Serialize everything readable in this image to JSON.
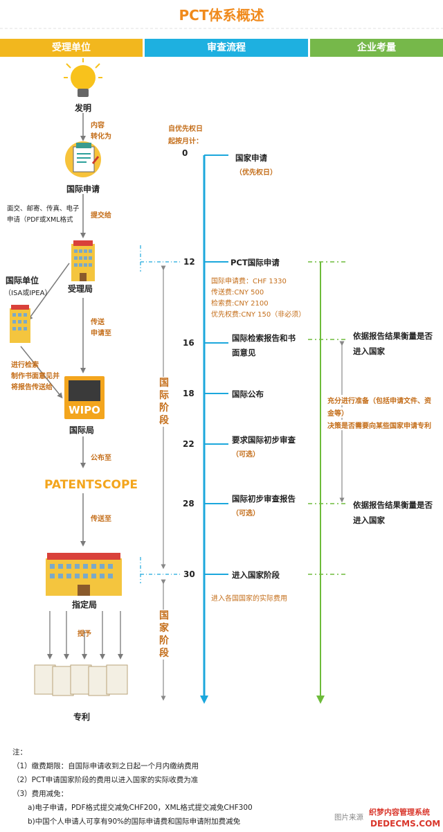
{
  "title": "PCT体系概述",
  "headers": {
    "left": "受理单位",
    "middle": "审查流程",
    "right": "企业考量"
  },
  "colors": {
    "orange": "#f08a1c",
    "left_header": "#f2b71e",
    "middle_header": "#1eb0e0",
    "right_header": "#76b84a",
    "blue_line": "#1ba7dc",
    "green_line": "#6dbb3a"
  },
  "left": {
    "invention": "发明",
    "content_note": [
      "内容",
      "转化为"
    ],
    "intl_application": "国际申请",
    "submit_methods": [
      "面交、邮寄、传真、电子",
      "申请（PDF或XML格式"
    ],
    "submit_to": "提交给",
    "receiving_office": "受理局",
    "intl_unit": "国际单位",
    "intl_unit_sub": "（ISA或IPEA）",
    "search_note": [
      "进行检索",
      "制作书面意见并",
      "将报告传送给"
    ],
    "transmit_note": [
      "传送",
      "申请至"
    ],
    "wipo_logo": "WIPO",
    "intl_bureau": "国际局",
    "publish_to": "公布至",
    "patentscope": "PATENTSCOPE",
    "transmit_to": "传送至",
    "designated_office": "指定局",
    "grant": "授予",
    "patent": "专利"
  },
  "middle": {
    "priority_note": [
      "自优先权日",
      "起按月计："
    ],
    "phase_intl": "国际阶段",
    "phase_national": "国家阶段",
    "steps": [
      {
        "month": "0",
        "label": [
          "国家申请"
        ],
        "sub": [
          "（优先权日）"
        ]
      },
      {
        "month": "12",
        "label": [
          "PCT国际申请"
        ],
        "sub": []
      },
      {
        "month": "16",
        "label": [
          "国际检索报告和书",
          "面意见"
        ],
        "sub": []
      },
      {
        "month": "18",
        "label": [
          "国际公布"
        ],
        "sub": []
      },
      {
        "month": "22",
        "label": [
          "要求国际初步审查"
        ],
        "sub": [
          "（可选）"
        ]
      },
      {
        "month": "28",
        "label": [
          "国际初步审查报告"
        ],
        "sub": [
          "（可选）"
        ]
      },
      {
        "month": "30",
        "label": [
          "进入国家阶段"
        ],
        "sub": []
      }
    ],
    "fees": [
      "国际申请费：CHF 1330",
      "传送费:CNY 500",
      "检索费:CNY 2100",
      "优先权费:CNY 150（非必须）"
    ],
    "national_fee_note": "进入各国国家的实际费用"
  },
  "right": {
    "consider1": [
      "依据报告结果衡量是否",
      "进入国家"
    ],
    "prepare": [
      "充分进行准备（包括申请文件、资",
      "金等）",
      "决策是否需要向某些国家申请专利"
    ],
    "consider2": [
      "依据报告结果衡量是否",
      "进入国家"
    ]
  },
  "notes": {
    "head": "注：",
    "items": [
      "（1）缴费期限：自国际申请收到之日起一个月内缴纳费用",
      "（2）PCT申请国家阶段的费用以进入国家的实际收费为准",
      "（3）费用减免："
    ],
    "sub_items": [
      "a)电子申请，PDF格式提交减免CHF200，XML格式提交减免CHF300",
      "b)中国个人申请人可享有90%的国际申请费和国际申请附加费减免"
    ]
  },
  "source": "图片来源",
  "watermark": [
    "织梦内容管理系统",
    "DEDECMS.COM"
  ]
}
